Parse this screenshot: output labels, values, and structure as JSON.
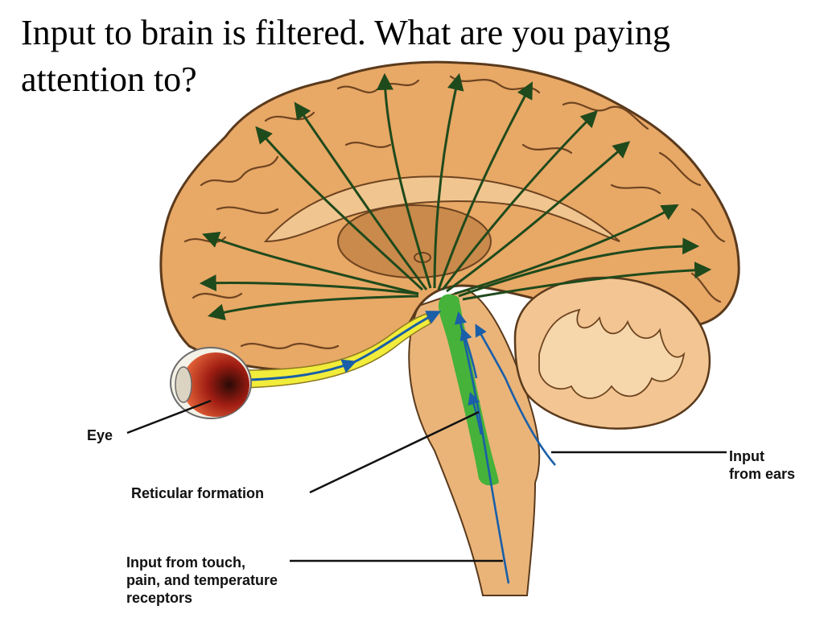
{
  "slide": {
    "title_line1": "Input to brain is filtered.  What are you paying",
    "title_line2": "attention to?"
  },
  "labels": {
    "eye": "Eye",
    "reticular_formation": "Reticular formation",
    "input_ears_line1": "Input",
    "input_ears_line2": "from ears",
    "input_touch_line1": "Input from touch,",
    "input_touch_line2": "pain, and temperature",
    "input_touch_line3": "receptors"
  },
  "colors": {
    "brain_fill": "#e8a866",
    "brain_outline": "#5a3a1c",
    "arrow_green": "#1f4a1c",
    "reticular_green": "#46b23a",
    "sensory_blue": "#1a5fa8",
    "optic_yellow": "#f2ec3a",
    "eye_red": "#c7271c"
  }
}
